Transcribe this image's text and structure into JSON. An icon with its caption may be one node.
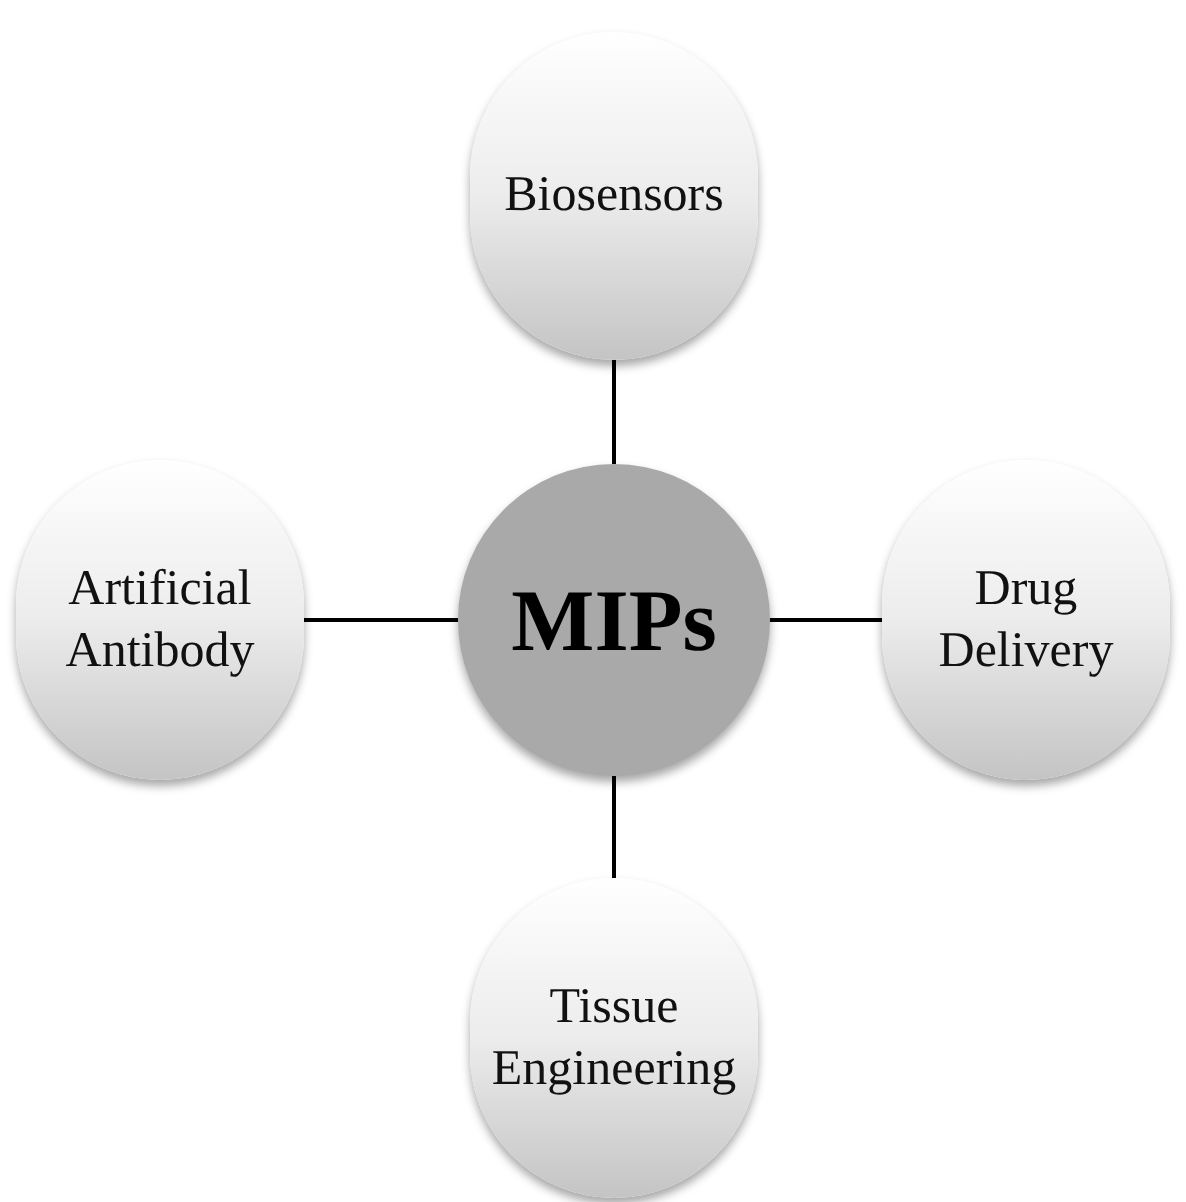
{
  "diagram": {
    "nodes": [
      {
        "text": [
          "Biosensors"
        ]
      },
      {
        "text": [
          "Artificial Antibody"
        ]
      },
      {
        "text": [
          "MIPs"
        ]
      },
      {
        "text": [
          "Drug Delivery"
        ]
      },
      {
        "text": [
          "Tissue Engineering"
        ]
      }
    ],
    "edges": [
      {
        "from": 2,
        "to": 0,
        "arrow": "none"
      },
      {
        "from": 2,
        "to": 1,
        "arrow": "none"
      },
      {
        "from": 2,
        "to": 3,
        "arrow": "none"
      },
      {
        "from": 2,
        "to": 4,
        "arrow": "none"
      }
    ]
  }
}
